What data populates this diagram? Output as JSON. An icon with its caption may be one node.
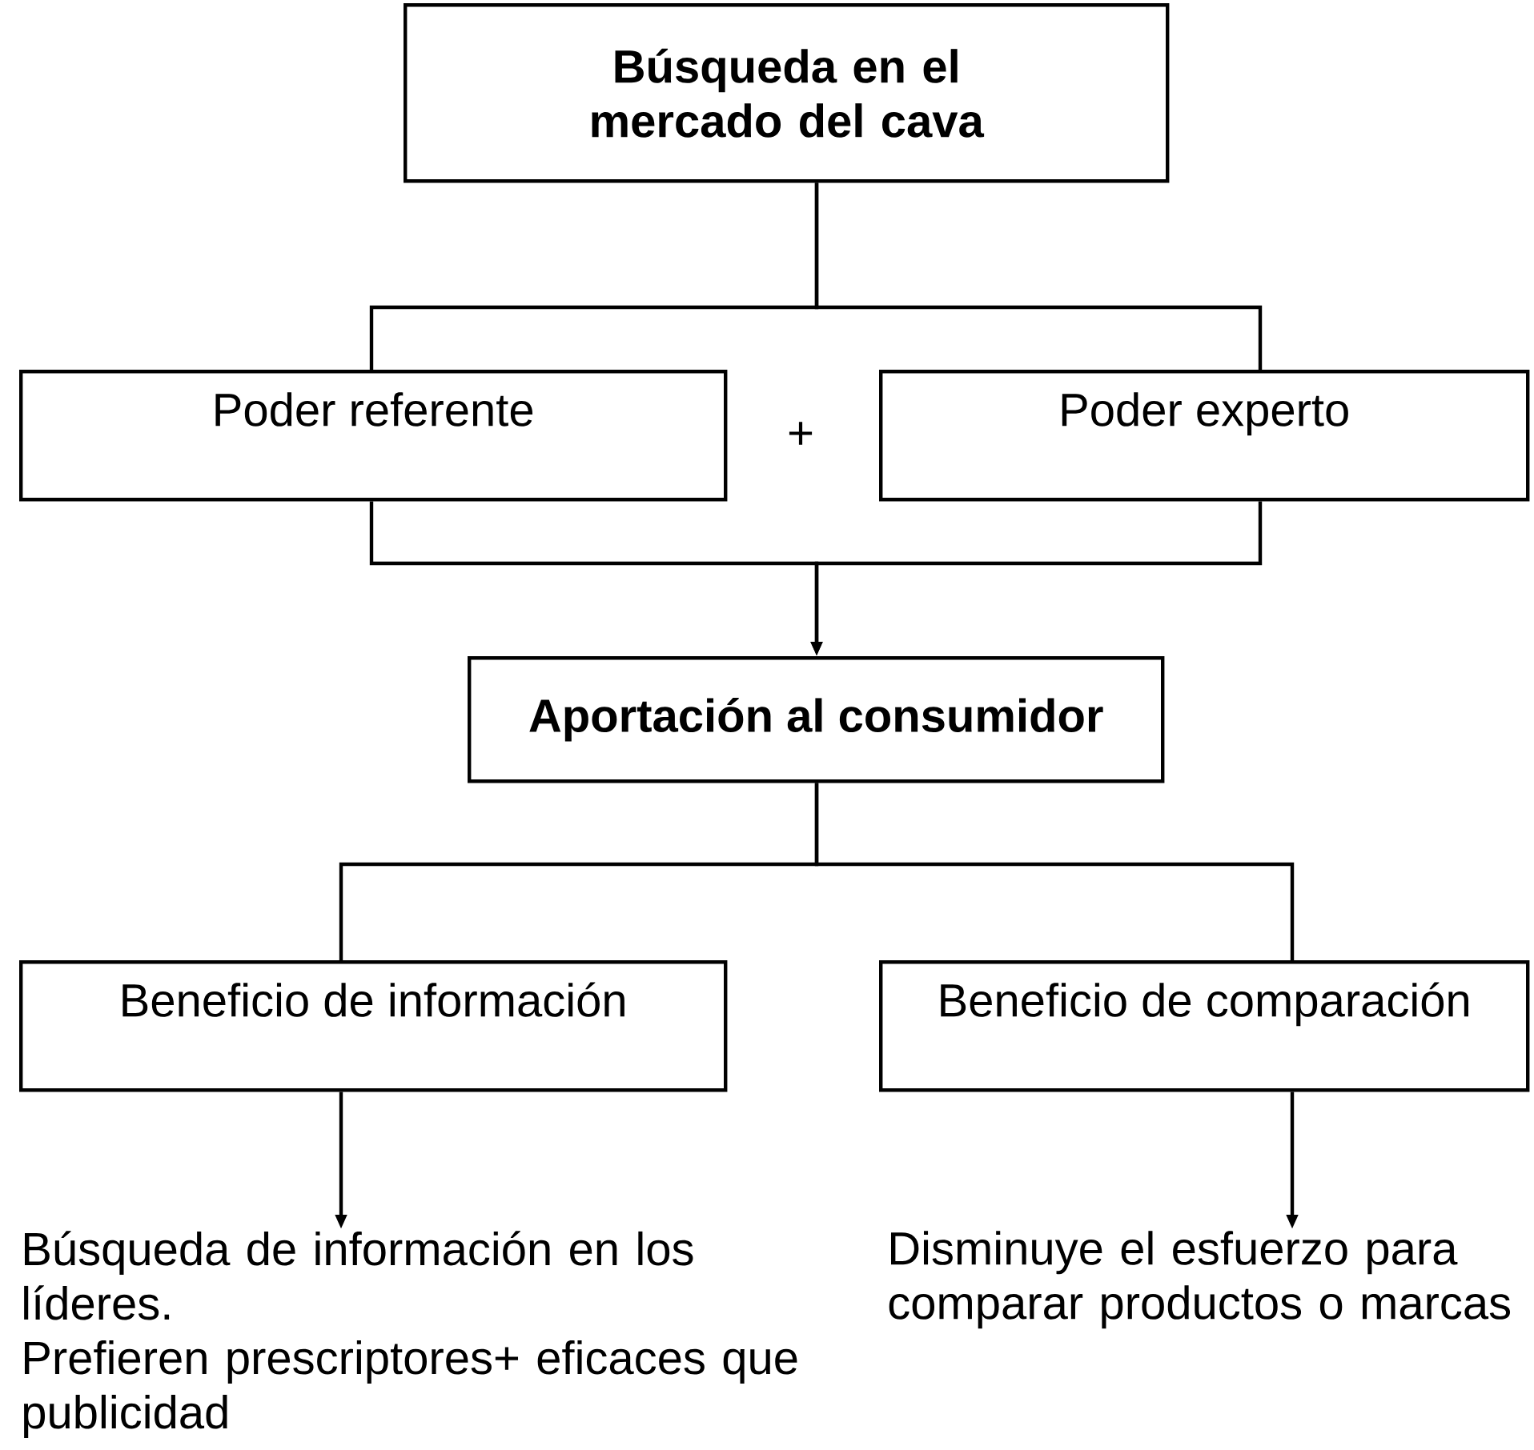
{
  "diagram": {
    "nodes": [
      {
        "text": [
          "Búsqueda en el mercado del cava"
        ]
      },
      {
        "text": [
          "Poder referente"
        ]
      },
      {
        "text": [
          "Poder experto"
        ]
      },
      {
        "text": [
          "Aportación al consumidor"
        ]
      },
      {
        "text": [
          "Beneficio de información"
        ]
      },
      {
        "text": [
          "Beneficio de comparación"
        ]
      },
      {
        "text": [
          "Búsqueda de información en los líderes.",
          "Prefieren prescriptores+ eficaces que publicidad"
        ]
      },
      {
        "text": [
          "Disminuye el esfuerzo para comparar productos o marcas"
        ]
      }
    ],
    "edges": [
      {
        "from": 0,
        "to": 1,
        "arrow": "none"
      },
      {
        "from": 0,
        "to": 2,
        "arrow": "none"
      },
      {
        "from": 1,
        "to": 3,
        "arrow": "to"
      },
      {
        "from": 2,
        "to": 3,
        "arrow": "to"
      },
      {
        "from": 3,
        "to": 4,
        "arrow": "none"
      },
      {
        "from": 3,
        "to": 5,
        "arrow": "none"
      },
      {
        "from": 4,
        "to": 6,
        "arrow": "to"
      },
      {
        "from": 5,
        "to": 7,
        "arrow": "to"
      }
    ],
    "labels": [
      "+"
    ]
  }
}
